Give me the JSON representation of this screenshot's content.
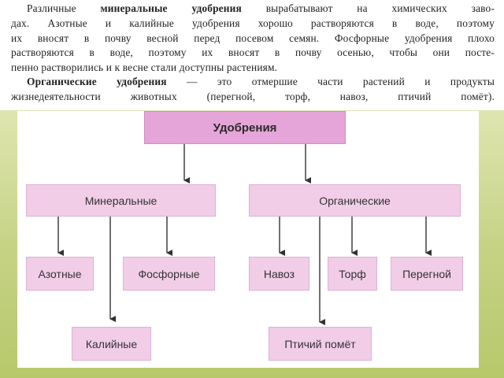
{
  "text": {
    "para1": {
      "line1_a": "Различные ",
      "line1_b": "минеральные удобрения",
      "line1_c": " вырабатывают на химических заво-",
      "line2": "дах. Азотные и калийные удобрения хорошо растворяются в воде, поэтому",
      "line3": "их вносят в почву весной перед посевом семян. Фосфорные удобрения плохо",
      "line4": "растворяются в воде, поэтому их вносят в почву осенью, чтобы они посте-",
      "line5": "пенно растворились и к весне стали доступны растениям."
    },
    "para2": {
      "line1_a": "Органические удобрения",
      "line1_b": " — это отмершие части растений и продукты",
      "line2": "жизнедеятельности животных (перегной, торф, навоз, птичий помёт)."
    }
  },
  "diagram": {
    "root": "Удобрения",
    "mineral": "Минеральные",
    "organic": "Органические",
    "mineral_children": [
      "Азотные",
      "Фосфорные",
      "Калийные"
    ],
    "organic_children": [
      "Навоз",
      "Торф",
      "Перегной",
      "Птичий помёт"
    ]
  },
  "colors": {
    "root_fill": "#e6a5d8",
    "box_fill": "#f1cde8",
    "arrow": "#333333"
  }
}
